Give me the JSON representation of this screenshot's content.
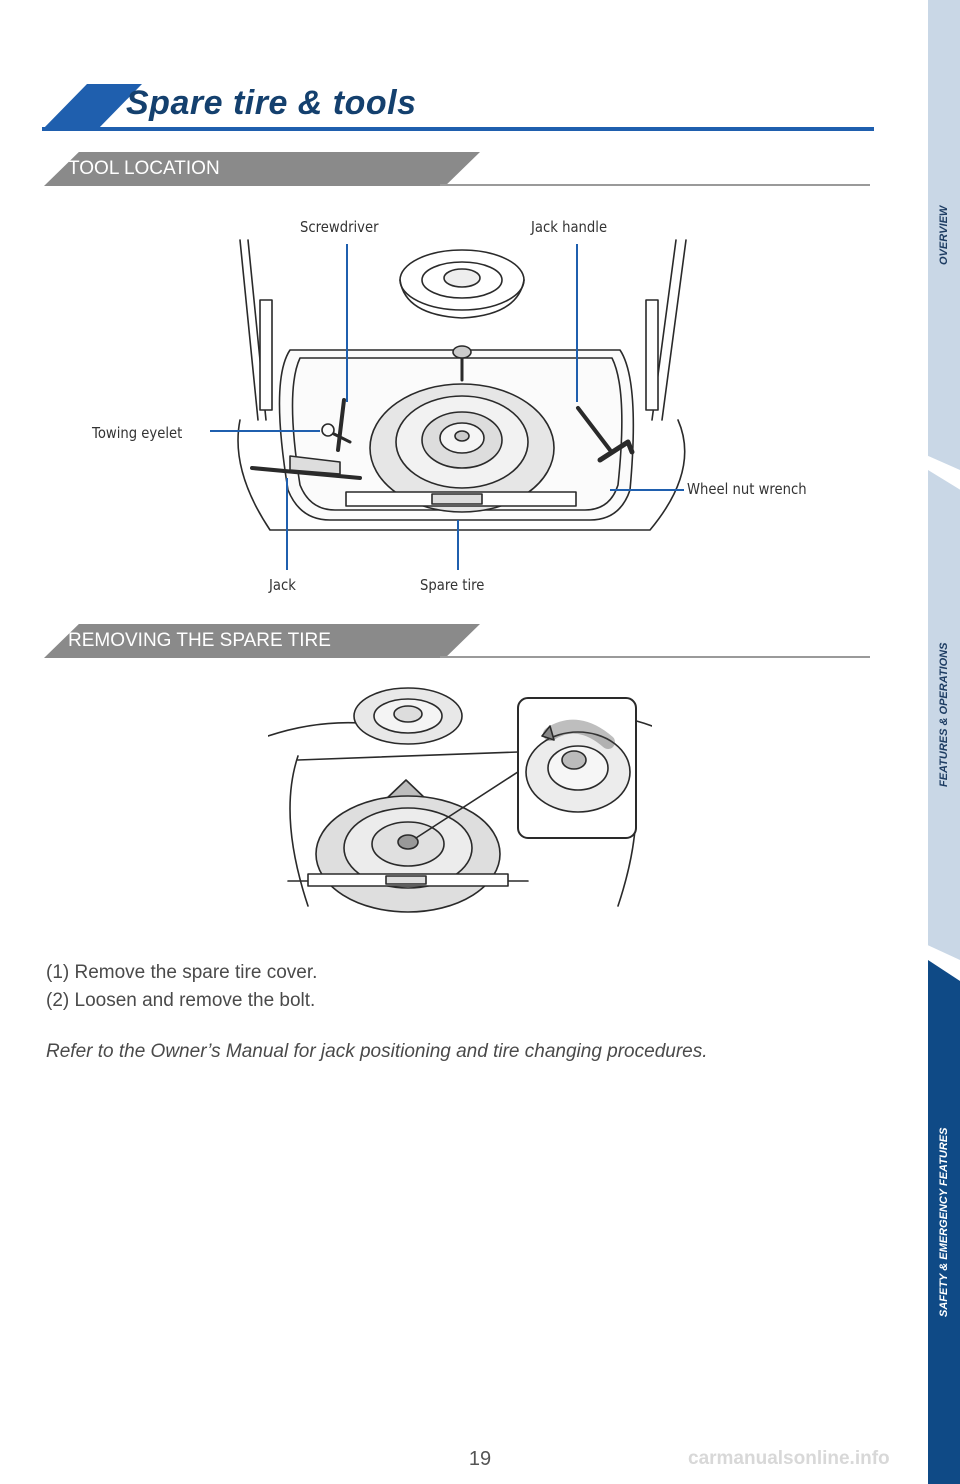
{
  "header": {
    "title": "Spare tire & tools"
  },
  "sections": {
    "tool_location": "TOOL LOCATION",
    "removing": "REMOVING THE SPARE TIRE"
  },
  "diagram1": {
    "labels": {
      "screwdriver": "Screwdriver",
      "jack_handle": "Jack handle",
      "towing_eyelet": "Towing eyelet",
      "wheel_nut_wrench": "Wheel nut wrench",
      "jack": "Jack",
      "spare_tire": "Spare tire"
    }
  },
  "instructions": {
    "step1": "(1) Remove the spare tire cover.",
    "step2": "(2) Loosen and remove the bolt.",
    "note": "Refer to the Owner’s Manual for jack positioning and tire changing procedures."
  },
  "page_number": "19",
  "side_nav": {
    "items": [
      "OVERVIEW",
      "FEATURES & OPERATIONS",
      "SAFETY & EMERGENCY FEATURES"
    ],
    "active_index": 2
  },
  "watermark": "carmanualsonline.info",
  "colors": {
    "accent": "#1f5fae",
    "title": "#14406e",
    "side_tab": "#c9d7e6",
    "side_tab_active": "#0f4a86"
  }
}
